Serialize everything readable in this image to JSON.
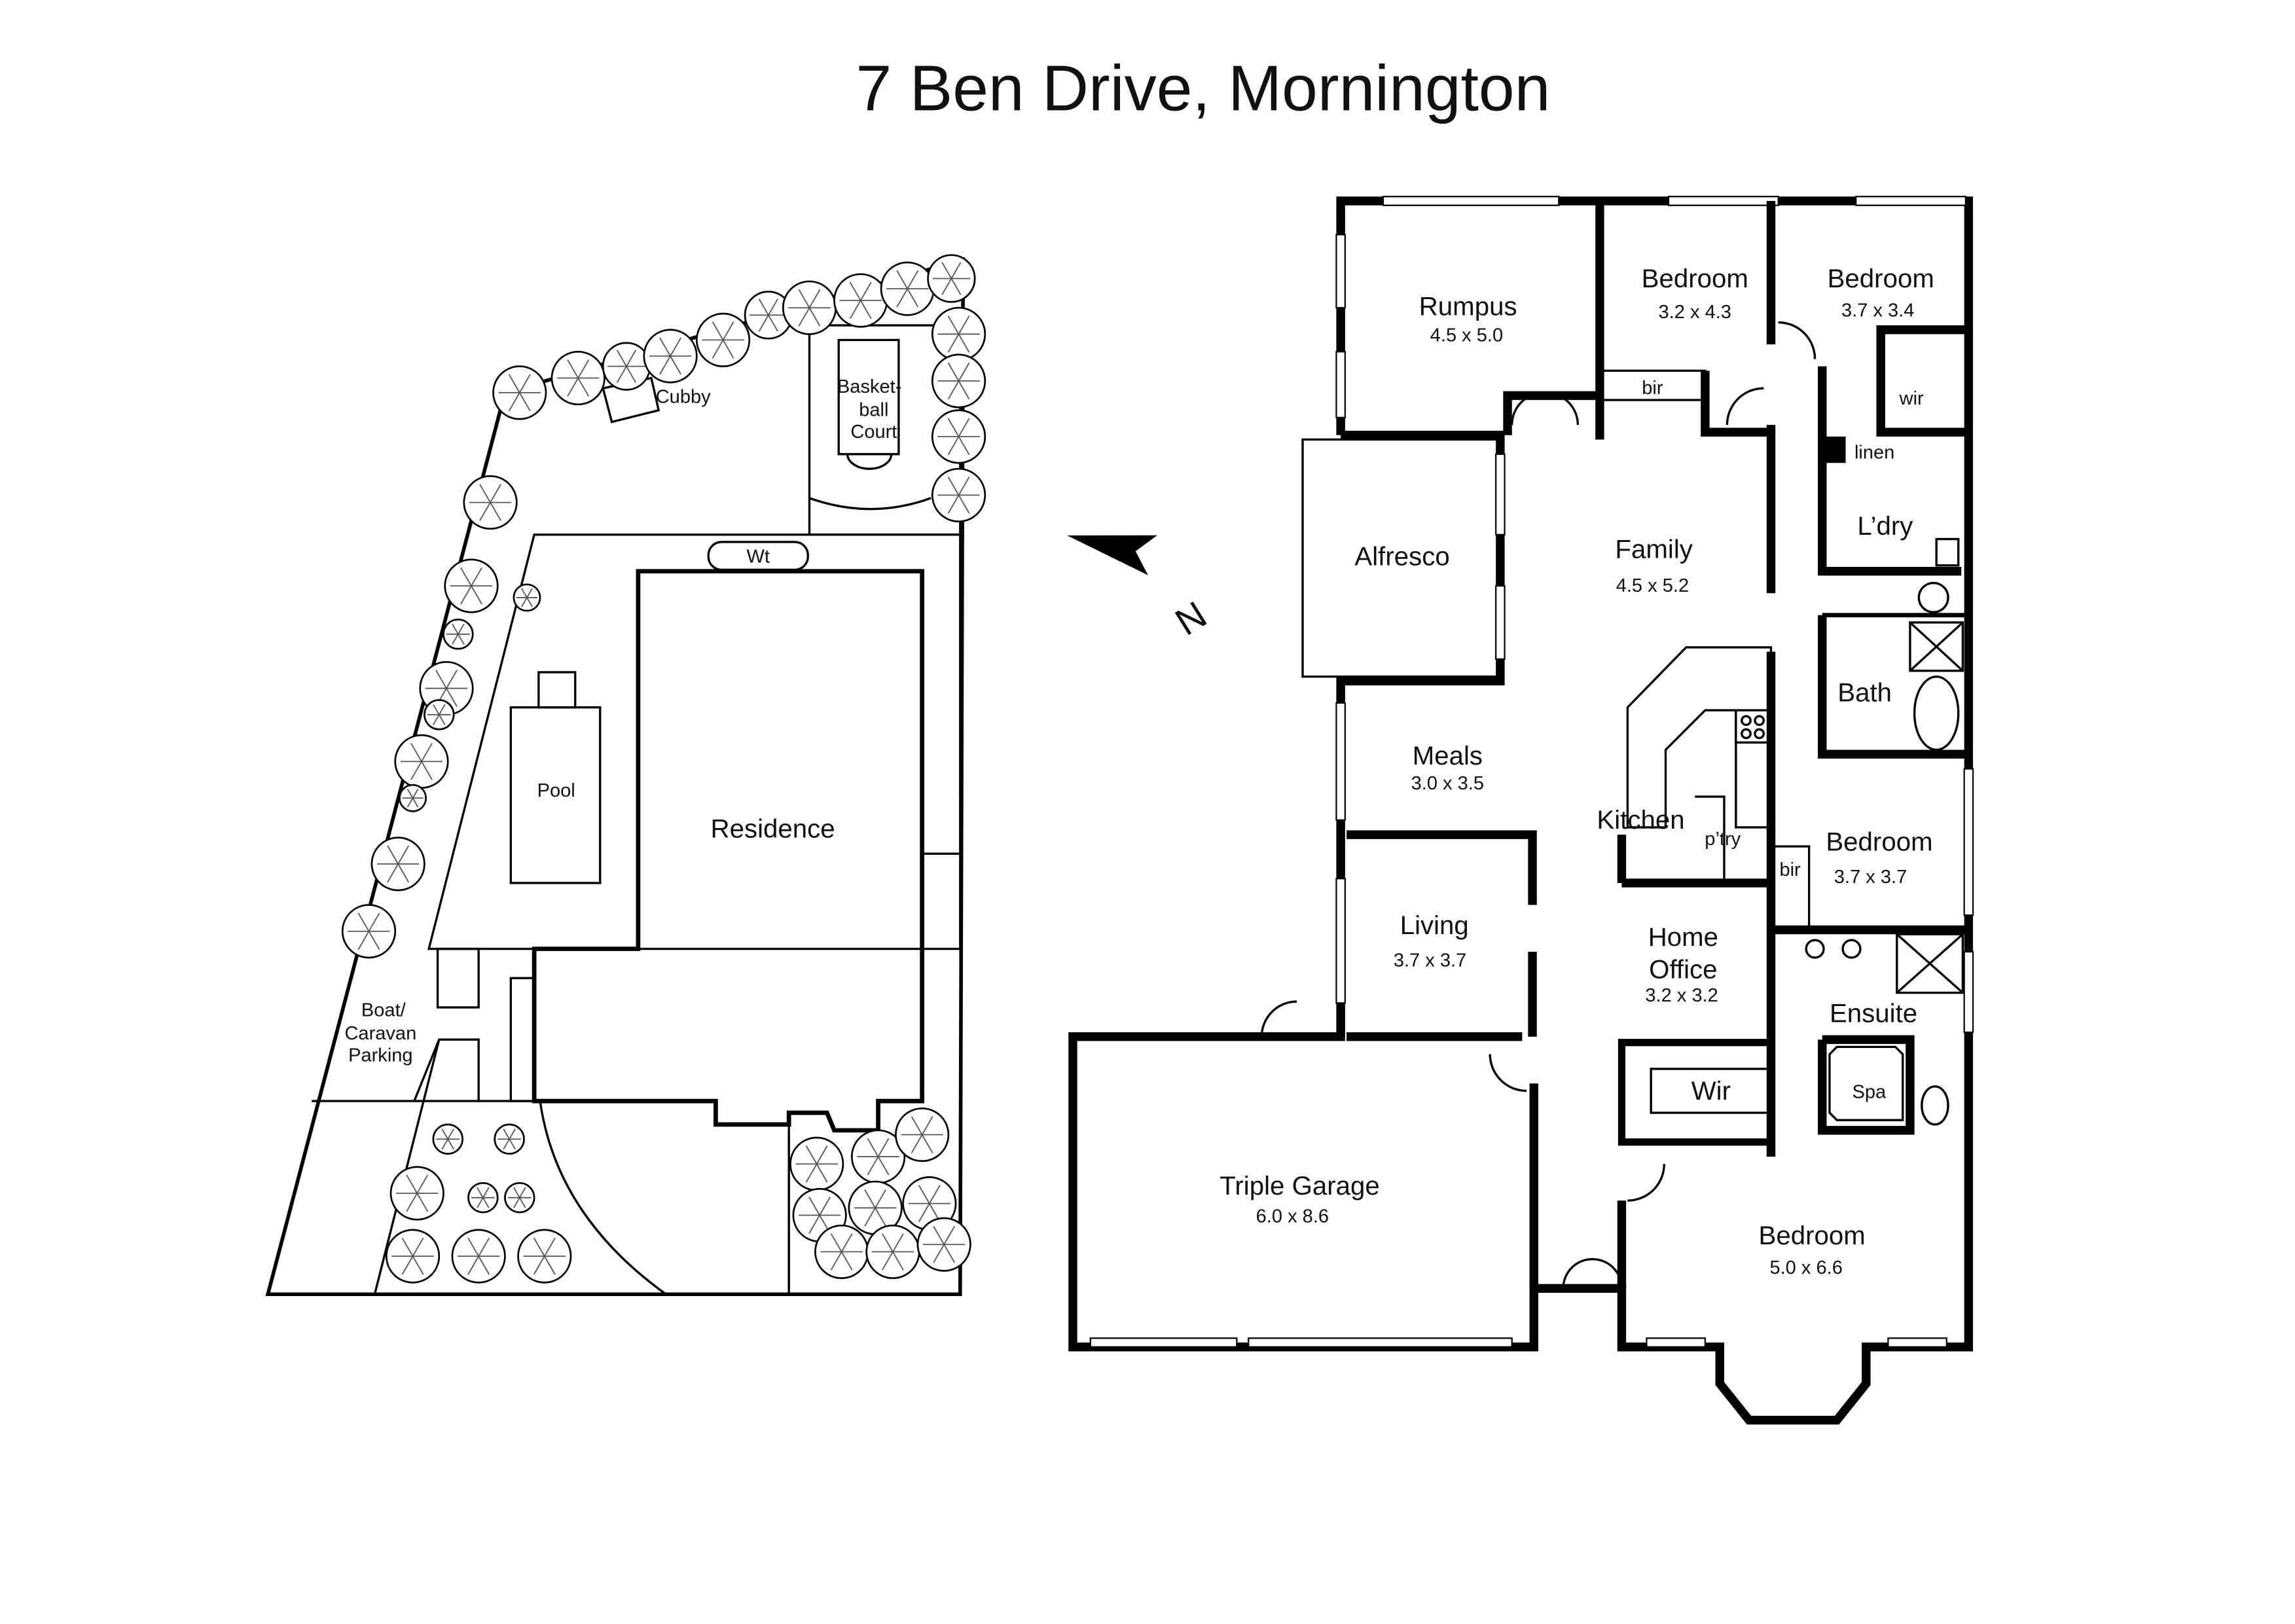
{
  "title": "7 Ben Drive, Mornington",
  "compass": {
    "label": "N"
  },
  "site_plan": {
    "residence": "Residence",
    "pool": "Pool",
    "water_tank": "Wt",
    "cubby": "Cubby",
    "basketball_court": [
      "Basket-",
      "ball",
      "Court"
    ],
    "parking": [
      "Boat/",
      "Caravan",
      "Parking"
    ]
  },
  "floor_plan": {
    "rumpus": {
      "name": "Rumpus",
      "dims": "4.5 x 5.0"
    },
    "bedroom_2": {
      "name": "Bedroom",
      "dims": "3.2 x 4.3"
    },
    "bedroom_3": {
      "name": "Bedroom",
      "dims": "3.7 x 3.4"
    },
    "bir_1": "bir",
    "wir_1": "wir",
    "linen": "linen",
    "laundry": "L’dry",
    "alfresco": "Alfresco",
    "family": {
      "name": "Family",
      "dims": "4.5 x 5.2"
    },
    "bath": "Bath",
    "meals": {
      "name": "Meals",
      "dims": "3.0 x 3.5"
    },
    "kitchen": "Kitchen",
    "pantry": "p’try",
    "bedroom_4": {
      "name": "Bedroom",
      "dims": "3.7 x 3.7"
    },
    "bir_2": "bir",
    "living": {
      "name": "Living",
      "dims": "3.7 x 3.7"
    },
    "home_office": {
      "name": [
        "Home",
        "Office"
      ],
      "dims": "3.2 x 3.2"
    },
    "ensuite": "Ensuite",
    "spa": "Spa",
    "wir_2": "Wir",
    "garage": {
      "name": "Triple Garage",
      "dims": "6.0 x 8.6"
    },
    "master_bedroom": {
      "name": "Bedroom",
      "dims": "5.0 x 6.6"
    }
  }
}
